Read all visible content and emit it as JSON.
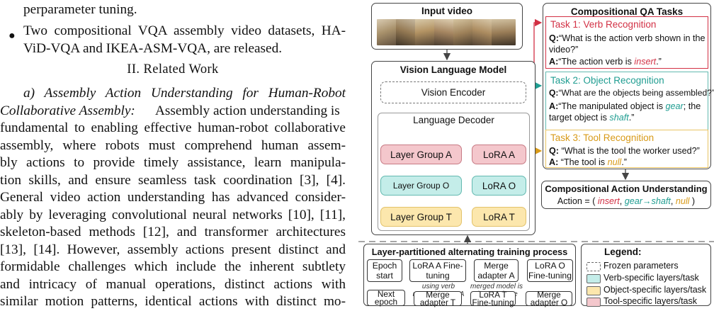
{
  "text": {
    "bullet1_tail": "perparameter tuning.",
    "bullet2_line1": "Two compositional VQA assembly video datasets, HA-",
    "bullet2_line2": "ViD-VQA and IKEA-ASM-VQA, are released.",
    "section_heading": "II. Related Work",
    "sub_label": "a) Assembly Action Understanding for Human-Robot",
    "sub_label2": "Collaborative Assembly:",
    "lines": [
      "Assembly action understanding is",
      "fundamental to enabling effective human-robot collaborative",
      "assembly, where robots must comprehend human assem-",
      "bly actions to provide timely assistance, learn manipula-",
      "tion skills, and ensure seamless task coordination [3], [4].",
      "General video action understanding has advanced consider-",
      "ably by leveraging convolutional neural networks [10], [11],",
      "skeleton-based methods [12], and transformer architectures",
      "[13], [14]. However, assembly actions present distinct and",
      "formidable challenges which include the inherent subtlety",
      "and intricacy of manual operations, distinct actions with",
      "similar motion patterns, identical actions with distinct mo-"
    ]
  },
  "figure": {
    "input_video": "Input video",
    "vlm_title": "Vision Language Model",
    "vision_encoder": "Vision Encoder",
    "language_decoder": "Language Decoder",
    "layer_group_a": "Layer Group A",
    "layer_group_o": "Layer Group O",
    "layer_group_t": "Layer Group T",
    "lora_a": "LoRA A",
    "lora_o": "LoRA O",
    "lora_t": "LoRA T",
    "qa_title": "Compositional QA Tasks",
    "task1_title": "Task 1: Verb Recognition",
    "task1_q_label": "Q:",
    "task1_q": "“What is the action verb shown in the video?”",
    "task1_a_label": "A:",
    "task1_a_pre": "“The action verb is ",
    "task1_a_kw": "insert",
    "task1_a_post": ".”",
    "task2_title": "Task 2: Object Recognition",
    "task2_q_label": "Q:",
    "task2_q": "“What are the objects being assembled?”",
    "task2_a_label": "A:",
    "task2_a_pre": "“The manipulated object is ",
    "task2_a_kw1": "gear",
    "task2_a_mid": "; the target object is ",
    "task2_a_kw2": "shaft",
    "task2_a_post": ".”",
    "task3_title": "Task 3: Tool Recognition",
    "task3_q_label": "Q:",
    "task3_q": " “What is the tool the worker used?”",
    "task3_a_label": "A:",
    "task3_a_pre": " “The tool is ",
    "task3_a_kw": "null",
    "task3_a_post": ".”",
    "cau_title": "Compositional Action Understanding",
    "cau_prefix": "Action = ( ",
    "cau_kw1": "insert",
    "cau_sep1": ", ",
    "cau_kw2": "gear→shaft",
    "cau_sep2": ", ",
    "cau_kw3": "null",
    "cau_suffix": " )",
    "train_title": "Layer-partitioned alternating training process",
    "epoch_start": "Epoch start",
    "lora_a_ft": "LoRA A Fine-tuning",
    "merge_a": "Merge adapter A",
    "lora_o_ft": "LoRA O Fine-tuning",
    "merge_o": "Merge adapter O",
    "lora_t_ft": "LoRA T Fine-tuning",
    "merge_t": "Merge adapter T",
    "next_epoch": "Next epoch",
    "note_a": "using verb recognition VQA data",
    "note_merge": "merged model is the new base model",
    "legend_title": "Legend:",
    "legend_frozen": "Frozen parameters",
    "legend_verb": "Verb-specific layers/task",
    "legend_object": "Object-specific layers/task",
    "legend_tool": "Tool-specific layers/task"
  },
  "colors": {
    "red": "#f4c7cc",
    "teal": "#c4ede9",
    "yellow": "#fce7ad",
    "red_text": "#d23044",
    "teal_text": "#1f9d91",
    "yellow_text": "#d89a18"
  }
}
